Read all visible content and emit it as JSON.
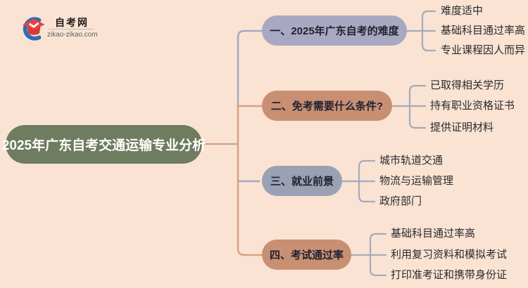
{
  "page": {
    "background": "#fae3d2",
    "title": "2025年广东自考交通运输专业分析思维导图"
  },
  "logo": {
    "title": "自考网",
    "domain": "zikao-zikao.com",
    "cap_color": "#e8443f",
    "cap_shade_color": "#d63a36",
    "crescent_color": "#2e6cb5"
  },
  "root": {
    "label": "2025年广东自考交通运输专业分析",
    "color": "#6e7c5f",
    "text_color": "#ffffff"
  },
  "branches": [
    {
      "label": "一、2025年广东自考的难度",
      "color": "#a8a8c2",
      "children": [
        "难度适中",
        "基础科目通过率高",
        "专业课程因人而异"
      ]
    },
    {
      "label": "二、免考需要什么条件?",
      "color": "#c98f73",
      "children": [
        "已取得相关学历",
        "持有职业资格证书",
        "提供证明材料"
      ]
    },
    {
      "label": "三、就业前景",
      "color": "#9aa1b4",
      "children": [
        "城市轨道交通",
        "物流与运输管理",
        "政府部门"
      ]
    },
    {
      "label": "四、考试通过率",
      "color": "#c98f73",
      "children": [
        "基础科目通过率高",
        "利用复习资料和模拟考试",
        "打印准考证和携带身份证"
      ]
    }
  ],
  "connectors": {
    "salmon": "#d8a183",
    "lavender": "#a5a9bc"
  },
  "text_colors": {
    "branch_label": "#20222f",
    "leaf_label": "#2a2a31"
  }
}
